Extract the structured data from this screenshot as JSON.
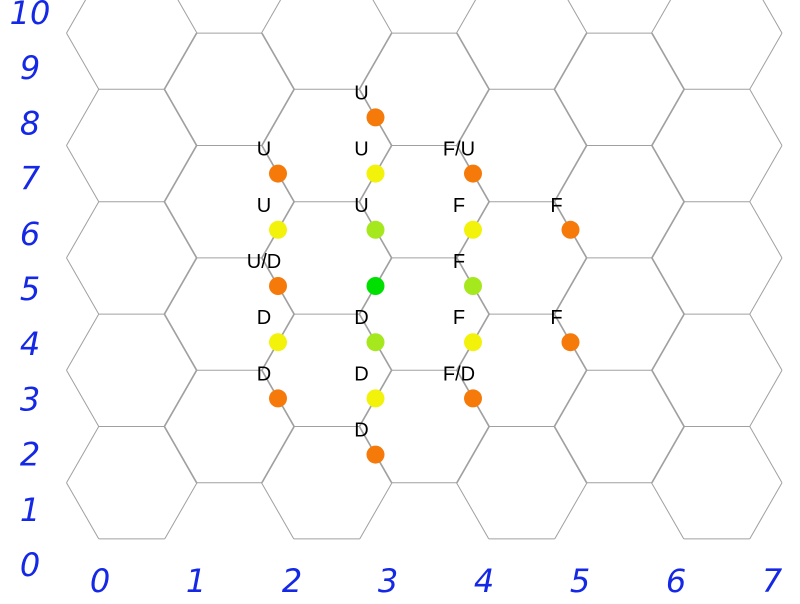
{
  "colors": {
    "grid_line": "#a0a0a0",
    "axis_numbers": "#1428e6",
    "center_node": "#00e000",
    "inner_node": "#a6e81e",
    "middle_node": "#f2f20a",
    "outer_node": "#f57a0a"
  },
  "axes": {
    "x_numbers": [
      "0",
      "1",
      "2",
      "3",
      "4",
      "5",
      "6",
      "7"
    ],
    "y_numbers": [
      "10",
      "9",
      "8",
      "7",
      "6",
      "5",
      "4",
      "3",
      "2",
      "1",
      "0"
    ]
  },
  "nodes": [
    {
      "col": 3,
      "row": 5,
      "ring": "center",
      "label": ""
    },
    {
      "col": 3,
      "row": 6,
      "ring": "inner",
      "label": "U"
    },
    {
      "col": 4,
      "row": 5,
      "ring": "inner",
      "label": "F"
    },
    {
      "col": 3,
      "row": 4,
      "ring": "inner",
      "label": "D"
    },
    {
      "col": 3,
      "row": 7,
      "ring": "middle",
      "label": "U"
    },
    {
      "col": 2,
      "row": 6,
      "ring": "middle",
      "label": "U"
    },
    {
      "col": 4,
      "row": 6,
      "ring": "middle",
      "label": "F"
    },
    {
      "col": 4,
      "row": 4,
      "ring": "middle",
      "label": "F"
    },
    {
      "col": 2,
      "row": 4,
      "ring": "middle",
      "label": "D"
    },
    {
      "col": 3,
      "row": 3,
      "ring": "middle",
      "label": "D"
    },
    {
      "col": 3,
      "row": 8,
      "ring": "outer",
      "label": "U"
    },
    {
      "col": 2,
      "row": 7,
      "ring": "outer",
      "label": "U"
    },
    {
      "col": 4,
      "row": 7,
      "ring": "outer",
      "label": "F/U"
    },
    {
      "col": 5,
      "row": 6,
      "ring": "outer",
      "label": "F"
    },
    {
      "col": 2,
      "row": 5,
      "ring": "outer",
      "label": "U/D"
    },
    {
      "col": 5,
      "row": 4,
      "ring": "outer",
      "label": "F"
    },
    {
      "col": 2,
      "row": 3,
      "ring": "outer",
      "label": "D"
    },
    {
      "col": 4,
      "row": 3,
      "ring": "outer",
      "label": "F/D"
    },
    {
      "col": 3,
      "row": 2,
      "ring": "outer",
      "label": "D"
    }
  ]
}
